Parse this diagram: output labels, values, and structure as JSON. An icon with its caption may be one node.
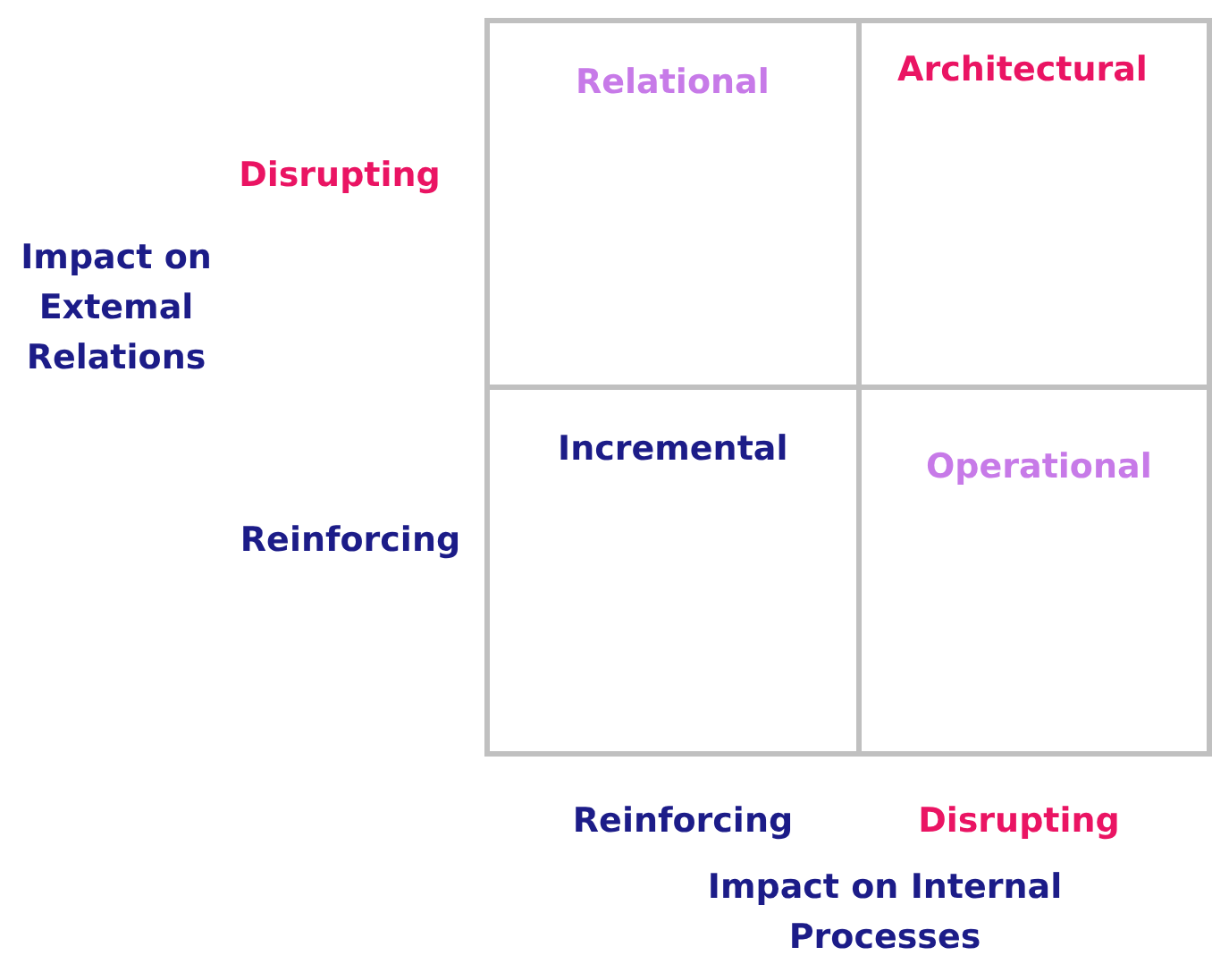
{
  "diagram": {
    "nodes": [
      {
        "text": [
          "Relational"
        ]
      },
      {
        "text": [
          "Architectural"
        ]
      },
      {
        "text": [
          "Incremental"
        ]
      },
      {
        "text": [
          "Operational"
        ]
      }
    ],
    "labels": [
      "Disrupting",
      "Impact on Extemal Relations",
      "Reinforcing",
      "Reinforcing",
      "Disrupting",
      "Impact on Internal Processes"
    ]
  }
}
